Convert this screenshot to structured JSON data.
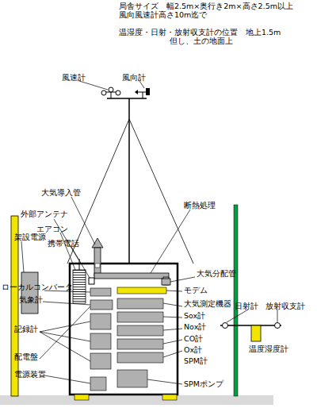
{
  "diagram": {
    "labels": [
      "局舎サイズ　幅2.5m×奥行き2m×高さ2.5m以上",
      "風向風速計高さ10m迄で",
      "温湿度・日射・放射収支計の位置　地上1.5m",
      "但し、土の地面上",
      "風速計",
      "風向計",
      "大気導入管",
      "断熱処理",
      "外部アンテナ",
      "エアコン",
      "携帯電話",
      "架設電源",
      "大気分配管",
      "モデム",
      "ローカルコンバータ",
      "気象計",
      "大気測定機器",
      "Sox計",
      "Nox計",
      "CO計",
      "Ox計",
      "記録計",
      "SPM計",
      "配電盤",
      "SPMポンプ",
      "電源装置",
      "日射計",
      "放射収支計",
      "温度湿度計"
    ]
  }
}
